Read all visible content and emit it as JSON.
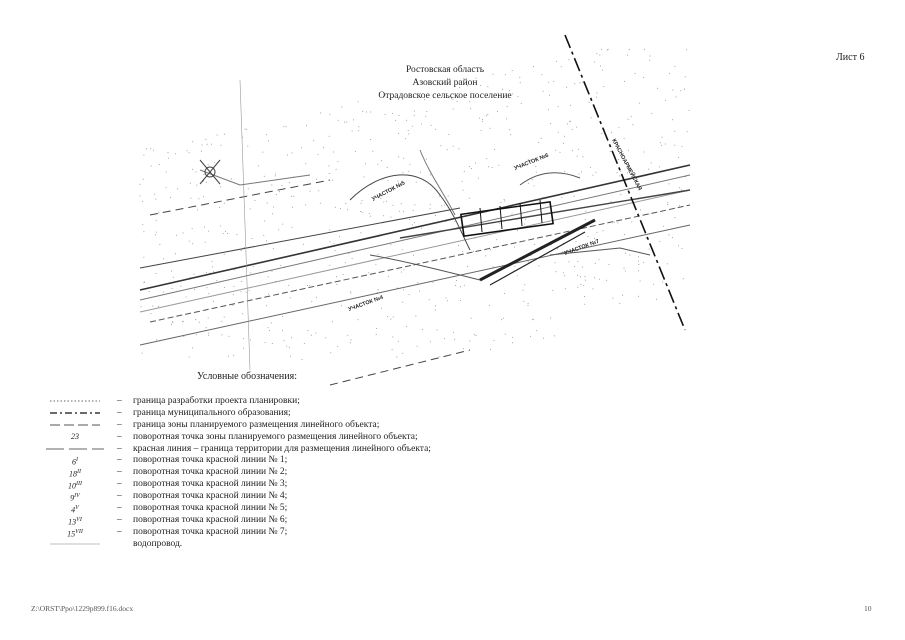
{
  "sheet_label": "Лист 6",
  "region_title": {
    "line1": "Ростовская область",
    "line2": "Азовский район",
    "line3": "Отрадовское сельское поселение"
  },
  "map_labels": {
    "street": "КРАСНОАРМЕЙСКАЯ",
    "plot_5": "УЧАСТОК №5",
    "plot_6": "УЧАСТОК №6",
    "plot_4": "УЧАСТОК №4",
    "plot_7": "УЧАСТОК №7"
  },
  "legend": {
    "title": "Условные обозначения:",
    "dash": "–",
    "items": [
      {
        "symbol": "",
        "text": "граница разработки проекта планировки;"
      },
      {
        "symbol": "",
        "text": "граница муниципального образования;"
      },
      {
        "symbol": "",
        "text": "граница зоны планируемого размещения линейного объекта;"
      },
      {
        "symbol": "23",
        "text": "поворотная точка зоны планируемого размещения линейного объекта;"
      },
      {
        "symbol": "",
        "text": "красная линия – граница территории для размещения линейного объекта;"
      },
      {
        "symbol": "6",
        "sup": "I",
        "text": "поворотная точка красной линии № 1;"
      },
      {
        "symbol": "18",
        "sup": "II",
        "text": "поворотная точка красной линии № 2;"
      },
      {
        "symbol": "10",
        "sup": "III",
        "text": "поворотная точка красной линии № 3;"
      },
      {
        "symbol": "9",
        "sup": "IV",
        "text": "поворотная точка красной линии № 4;"
      },
      {
        "symbol": "4",
        "sup": "V",
        "text": "поворотная точка красной линии № 5;"
      },
      {
        "symbol": "13",
        "sup": "VI",
        "text": "поворотная точка красной линии № 6;"
      },
      {
        "symbol": "15",
        "sup": "VII",
        "text": "поворотная точка красной линии № 7;"
      },
      {
        "symbol": "",
        "text": "водопровод."
      }
    ]
  },
  "footer": {
    "path": "Z:\\ORST\\Ppo\\1229p899.f16.docx",
    "page": "10"
  }
}
